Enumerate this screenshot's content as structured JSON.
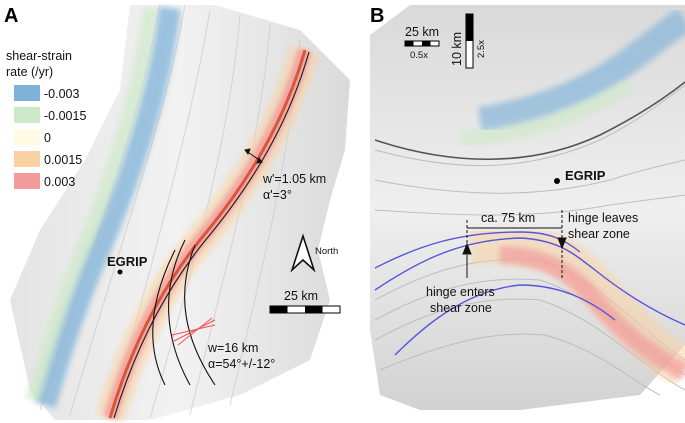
{
  "panel_a": {
    "letter": "A",
    "legend": {
      "title_line1": "shear-strain",
      "title_line2": "rate (/yr)",
      "entries": [
        {
          "label": "-0.003",
          "color": "#7fb2d9"
        },
        {
          "label": "-0.0015",
          "color": "#cde9c8"
        },
        {
          "label": "0",
          "color": "#fdfbe6"
        },
        {
          "label": "0.0015",
          "color": "#f9d2a3"
        },
        {
          "label": "0.003",
          "color": "#f29b9b"
        }
      ]
    },
    "station": "EGRIP",
    "annotation_upper": {
      "line1": "w'=1.05 km",
      "line2": "α'=3°"
    },
    "annotation_lower": {
      "line1": "w=16 km",
      "line2": "α=54°+/-12°"
    },
    "north_label": "North",
    "scale_label": "25 km"
  },
  "panel_b": {
    "letter": "B",
    "station": "EGRIP",
    "scale_h": {
      "label": "25 km",
      "factor": "0.5x"
    },
    "scale_v": {
      "label": "10 km",
      "factor": "2.5x"
    },
    "distance_label": "ca. 75 km",
    "hinge_leaves": {
      "line1": "hinge leaves",
      "line2": "shear zone"
    },
    "hinge_enters": {
      "line1": "hinge enters",
      "line2": "shear zone"
    }
  },
  "colors": {
    "negative": "#7fb2d9",
    "positive": "#f29b9b",
    "positive_core": "#d9553a",
    "isochrone": "#5555dd"
  }
}
